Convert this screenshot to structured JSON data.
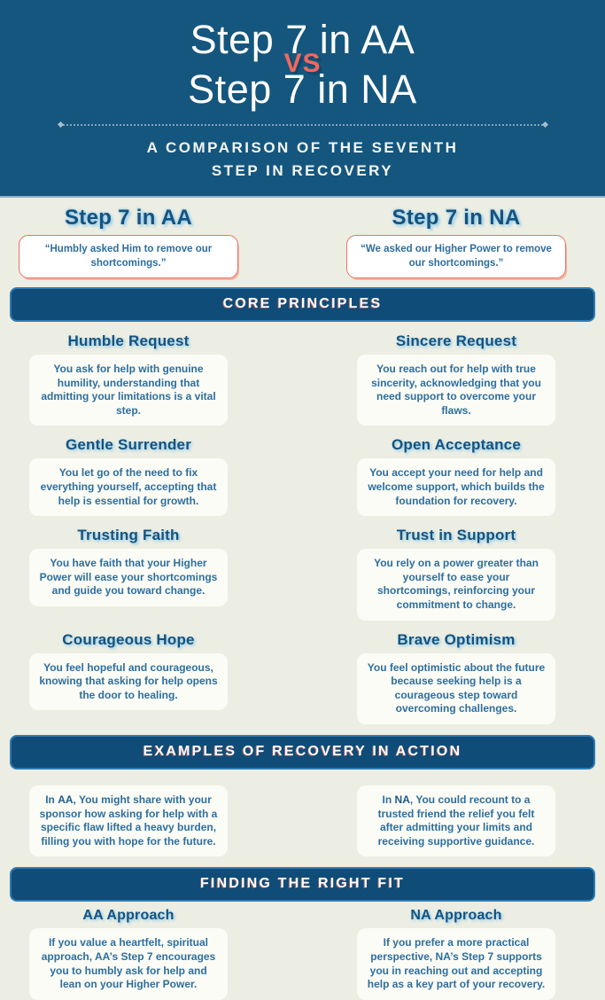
{
  "header": {
    "title_line1": "Step 7 in AA",
    "vs": "VS",
    "title_line2": "Step 7 in NA",
    "subtitle_line1": "A COMPARISON OF THE SEVENTH",
    "subtitle_line2": "STEP IN RECOVERY"
  },
  "intro": {
    "aa": {
      "heading": "Step 7 in AA",
      "quote": "“Humbly asked Him to remove our shortcomings.”"
    },
    "na": {
      "heading": "Step 7 in NA",
      "quote": "“We asked our Higher Power to remove our shortcomings.”"
    }
  },
  "core_principles": {
    "banner": "CORE PRINCIPLES",
    "rows": [
      {
        "aa": {
          "title": "Humble Request",
          "body": "You ask for help with genuine humility, understanding that admitting your limitations is a vital step."
        },
        "na": {
          "title": "Sincere Request",
          "body": "You reach out for help with true sincerity, acknowledging that you need support to overcome your flaws."
        }
      },
      {
        "aa": {
          "title": "Gentle Surrender",
          "body": "You let go of the need to fix everything yourself, accepting that help is essential for growth."
        },
        "na": {
          "title": "Open Acceptance",
          "body": "You accept your need for help and welcome support, which builds the foundation for recovery."
        }
      },
      {
        "aa": {
          "title": "Trusting Faith",
          "body": "You have faith that your Higher Power will ease your shortcomings and guide you toward change."
        },
        "na": {
          "title": "Trust in Support",
          "body": "You rely on a power greater than yourself to ease your shortcomings, reinforcing your commitment to change."
        }
      },
      {
        "aa": {
          "title": "Courageous Hope",
          "body": "You feel hopeful and courageous, knowing that asking for help opens the door to healing."
        },
        "na": {
          "title": "Brave Optimism",
          "body": "You feel optimistic about the future because seeking help is a courageous step toward overcoming challenges."
        }
      }
    ]
  },
  "examples": {
    "banner": "EXAMPLES OF RECOVERY IN ACTION",
    "aa": {
      "prefix": "In ",
      "bold": "AA",
      "rest": ", You might share with your sponsor how asking for help with a specific flaw lifted a heavy burden, filling you with hope for the future."
    },
    "na": {
      "prefix": "In ",
      "bold": "NA",
      "rest": ", You could recount to a trusted friend the relief you felt after admitting your limits and receiving supportive guidance."
    }
  },
  "finding": {
    "banner": "FINDING THE RIGHT FIT",
    "aa": {
      "title": "AA Approach",
      "body": "If you value a heartfelt, spiritual approach, AA’s Step 7 encourages you to humbly ask for help and lean on your Higher Power."
    },
    "na": {
      "title": "NA Approach",
      "body": "If you prefer a more practical perspective, NA’s Step 7 supports you in reaching out and accepting help as a key part of your recovery."
    }
  },
  "colors": {
    "header_background": "#15567E",
    "page_background": "#EDEEE3",
    "banner_background": "#0F4C78",
    "banner_border": "#2E7CB4",
    "accent_coral": "#F2685C",
    "body_text_blue": "#2E6E9F",
    "heading_navy": "#16527E",
    "card_background": "#FBFCF5"
  }
}
